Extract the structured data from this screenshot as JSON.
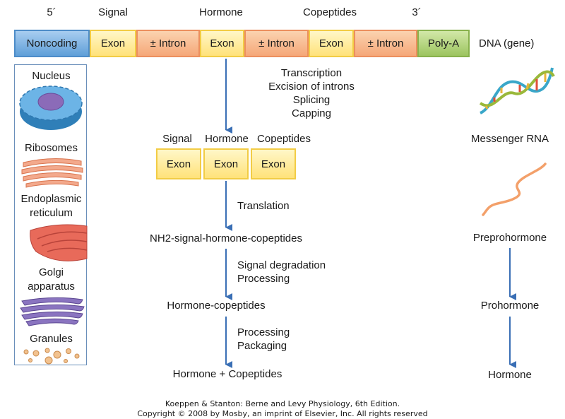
{
  "gene_header": {
    "five_prime": "5´",
    "signal": "Signal",
    "hormone": "Hormone",
    "copeptides": "Copeptides",
    "three_prime": "3´"
  },
  "gene_segments": {
    "noncoding": "Noncoding",
    "exon1": "Exon",
    "intron1": "± Intron",
    "exon2": "Exon",
    "intron2": "± Intron",
    "exon3": "Exon",
    "intron3": "± Intron",
    "poly_a": "Poly-A"
  },
  "dna_label": "DNA (gene)",
  "step1": {
    "line1": "Transcription",
    "line2": "Excision of introns",
    "line3": "Splicing",
    "line4": "Capping"
  },
  "mrna_header": {
    "signal": "Signal",
    "hormone": "Hormone",
    "copeptides": "Copeptides"
  },
  "mrna_exons": [
    "Exon",
    "Exon",
    "Exon"
  ],
  "step2": "Translation",
  "product1": "NH2-signal-hormone-copeptides",
  "step3": {
    "line1": "Signal degradation",
    "line2": "Processing"
  },
  "product2": "Hormone-copeptides",
  "step4": {
    "line1": "Processing",
    "line2": "Packaging"
  },
  "product3": "Hormone + Copeptides",
  "right_column": {
    "messenger_rna": "Messenger RNA",
    "preprohormone": "Preprohormone",
    "prohormone": "Prohormone",
    "hormone": "Hormone"
  },
  "organelles": {
    "nucleus": "Nucleus",
    "ribosomes": "Ribosomes",
    "er_line1": "Endoplasmic",
    "er_line2": "reticulum",
    "golgi_line1": "Golgi",
    "golgi_line2": "apparatus",
    "granules": "Granules"
  },
  "caption": {
    "line1": "Koeppen & Stanton: Berne and Levy Physiology, 6th Edition.",
    "line2": "Copyright © 2008 by Mosby, an imprint of Elsevier, Inc. All rights reserved"
  },
  "colors": {
    "arrow": "#3a6fb5",
    "exon": "#ffe27a",
    "intron": "#f5a778",
    "noncoding": "#5f9fd8",
    "poly_a": "#9cc45f"
  }
}
